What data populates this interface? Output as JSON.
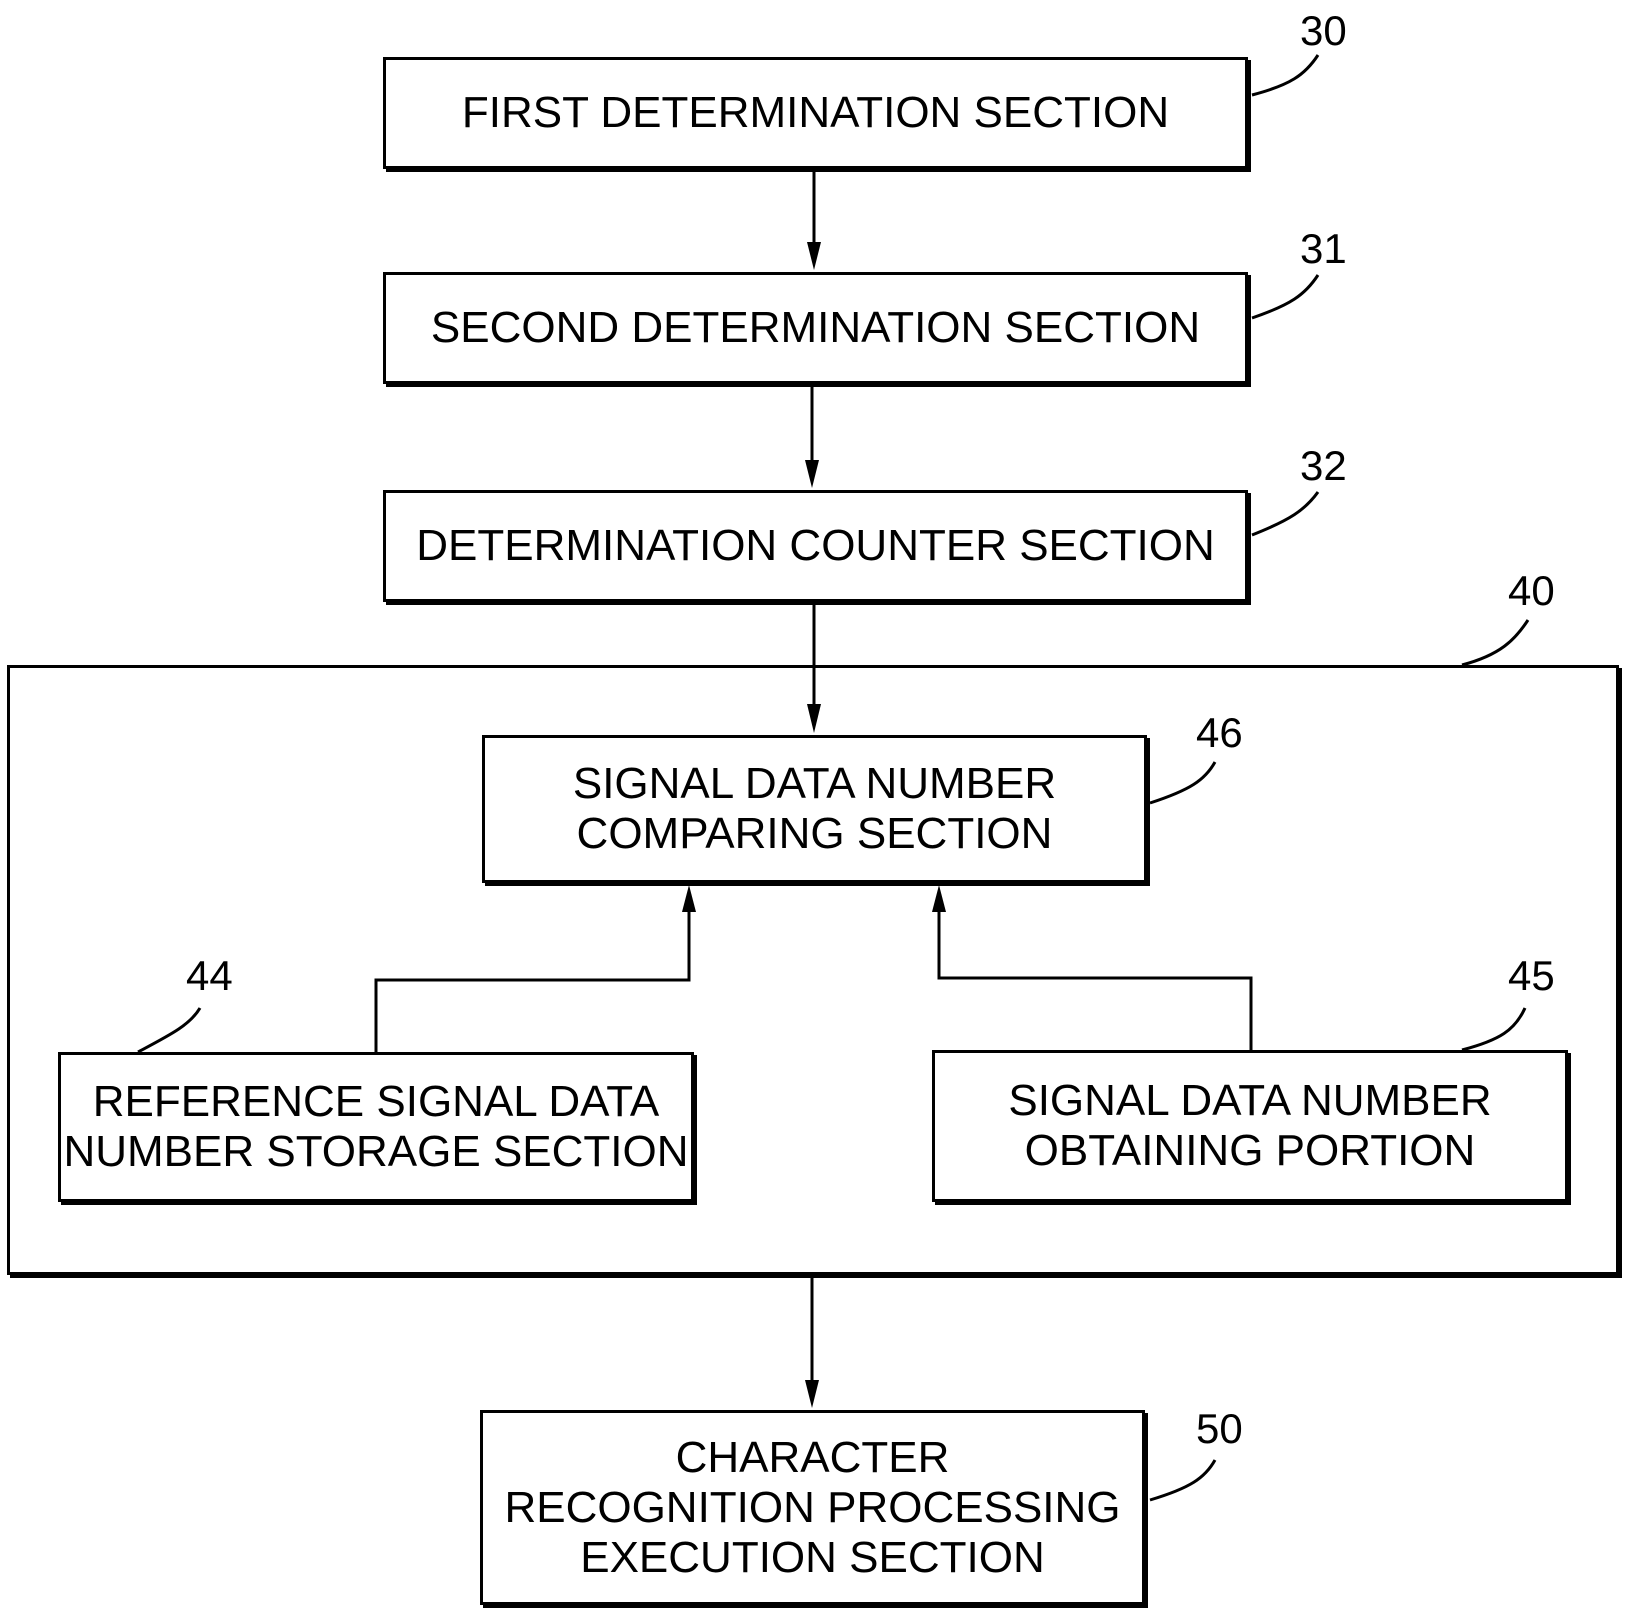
{
  "blocks": {
    "first": {
      "label": "FIRST DETERMINATION SECTION",
      "ref": "30"
    },
    "second": {
      "label": "SECOND DETERMINATION SECTION",
      "ref": "31"
    },
    "counter": {
      "label": "DETERMINATION COUNTER SECTION",
      "ref": "32"
    },
    "group": {
      "ref": "40"
    },
    "comparing": {
      "label": "SIGNAL DATA NUMBER\nCOMPARING SECTION",
      "ref": "46"
    },
    "reference": {
      "label": "REFERENCE SIGNAL DATA\nNUMBER STORAGE SECTION",
      "ref": "44"
    },
    "obtaining": {
      "label": "SIGNAL DATA NUMBER\nOBTAINING PORTION",
      "ref": "45"
    },
    "recognition": {
      "label": "CHARACTER\nRECOGNITION PROCESSING\nEXECUTION SECTION",
      "ref": "50"
    }
  }
}
